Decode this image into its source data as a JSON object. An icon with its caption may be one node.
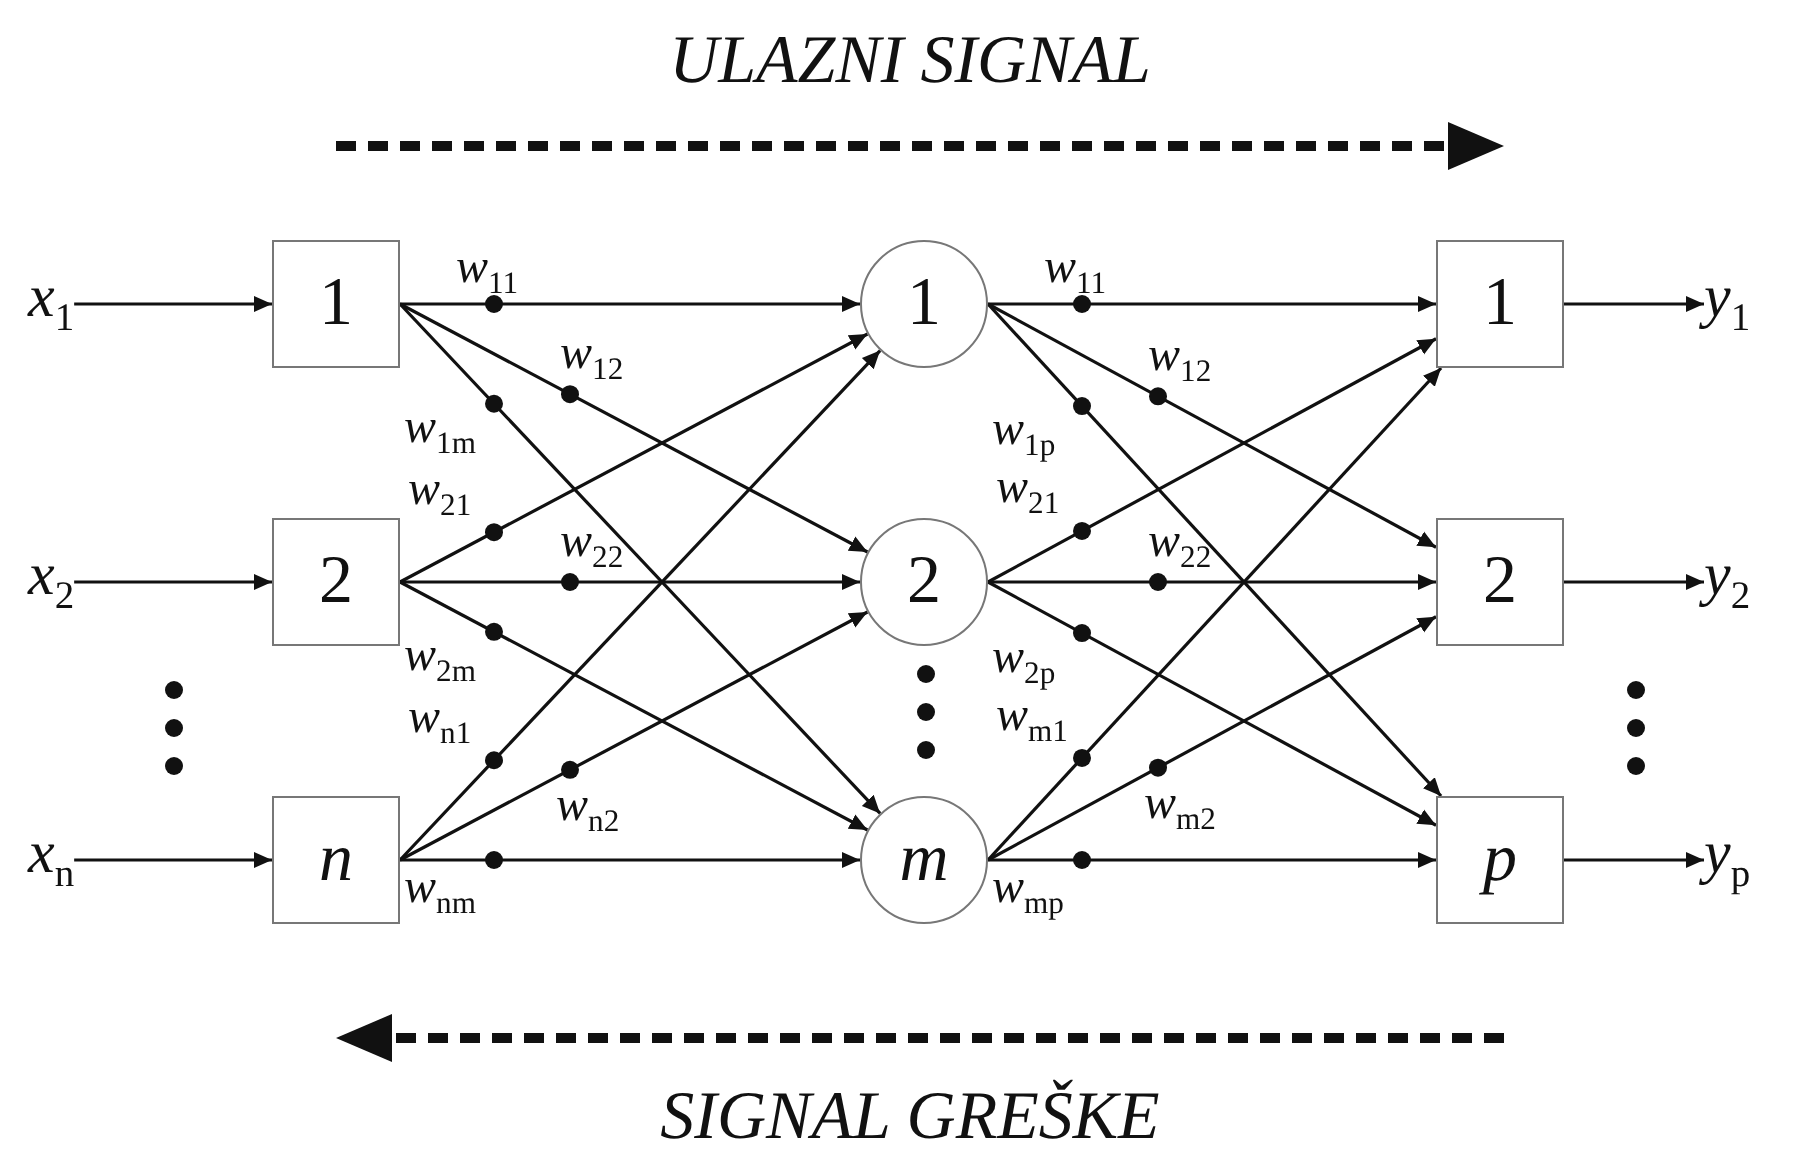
{
  "diagram": {
    "title": "ULAZNI SIGNAL",
    "nodes": [
      {
        "text": [
          "1"
        ]
      },
      {
        "text": [
          "2"
        ]
      },
      {
        "text": [
          "n"
        ]
      },
      {
        "text": [
          "1"
        ]
      },
      {
        "text": [
          "2"
        ]
      },
      {
        "text": [
          "m"
        ]
      },
      {
        "text": [
          "1"
        ]
      },
      {
        "text": [
          "2"
        ]
      },
      {
        "text": [
          "p"
        ]
      },
      {
        "text": [
          "*x*$_{1}$"
        ]
      },
      {
        "text": [
          "*x*$_{2}$"
        ]
      },
      {
        "text": [
          "*x*$_{n}$"
        ]
      },
      {
        "text": [
          "*y*$_{1}$"
        ]
      },
      {
        "text": [
          "*y*$_{2}$"
        ]
      },
      {
        "text": [
          "*y*$_{p}$"
        ]
      }
    ],
    "edges": [
      {
        "from": 9,
        "to": 0,
        "arrow": "to"
      },
      {
        "from": 10,
        "to": 1,
        "arrow": "to"
      },
      {
        "from": 11,
        "to": 2,
        "arrow": "to"
      },
      {
        "from": 0,
        "to": 3,
        "arrow": "to",
        "label": "*w*$_{11}$"
      },
      {
        "from": 0,
        "to": 4,
        "arrow": "to",
        "label": "*w*$_{12}$"
      },
      {
        "from": 0,
        "to": 5,
        "arrow": "to",
        "label": "*w*$_{1m}$"
      },
      {
        "from": 1,
        "to": 3,
        "arrow": "to",
        "label": "*w*$_{21}$"
      },
      {
        "from": 1,
        "to": 4,
        "arrow": "to",
        "label": "*w*$_{22}$"
      },
      {
        "from": 1,
        "to": 5,
        "arrow": "to",
        "label": "*w*$_{2m}$"
      },
      {
        "from": 2,
        "to": 3,
        "arrow": "to",
        "label": "*w*$_{n1}$"
      },
      {
        "from": 2,
        "to": 4,
        "arrow": "to",
        "label": "*w*$_{n2}$"
      },
      {
        "from": 2,
        "to": 5,
        "arrow": "to",
        "label": "*w*$_{nm}$"
      },
      {
        "from": 3,
        "to": 6,
        "arrow": "to",
        "label": "*w*$_{11}$"
      },
      {
        "from": 3,
        "to": 7,
        "arrow": "to",
        "label": "*w*$_{12}$"
      },
      {
        "from": 3,
        "to": 8,
        "arrow": "to",
        "label": "*w*$_{1p}$"
      },
      {
        "from": 4,
        "to": 6,
        "arrow": "to",
        "label": "*w*$_{21}$"
      },
      {
        "from": 4,
        "to": 7,
        "arrow": "to",
        "label": "*w*$_{22}$"
      },
      {
        "from": 4,
        "to": 8,
        "arrow": "to",
        "label": "*w*$_{2p}$"
      },
      {
        "from": 5,
        "to": 6,
        "arrow": "to",
        "label": "*w*$_{m1}$"
      },
      {
        "from": 5,
        "to": 7,
        "arrow": "to",
        "label": "*w*$_{m2}$"
      },
      {
        "from": 5,
        "to": 8,
        "arrow": "to",
        "label": "*w*$_{mp}$"
      },
      {
        "from": 6,
        "to": 12,
        "arrow": "to"
      },
      {
        "from": 7,
        "to": 13,
        "arrow": "to"
      },
      {
        "from": 8,
        "to": 14,
        "arrow": "to"
      }
    ],
    "labels": [
      "SIGNAL GREŠKE"
    ]
  }
}
